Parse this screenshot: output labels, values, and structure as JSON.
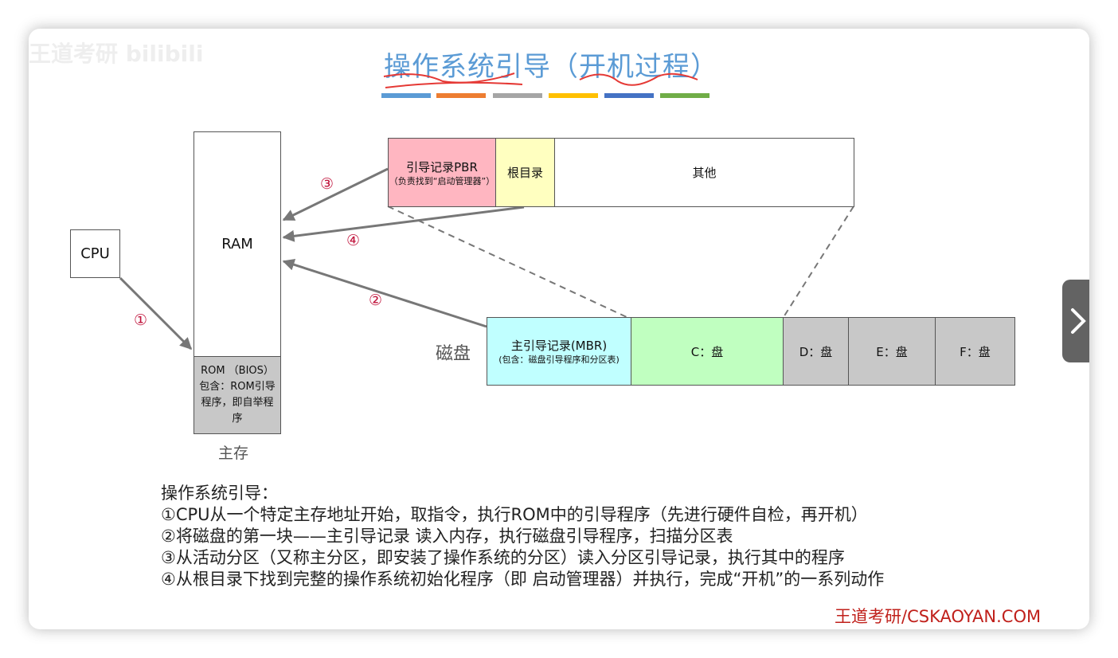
{
  "watermark": "王道考研 bilibili",
  "title": "操作系统引导（开机过程）",
  "title_bar_colors": [
    "#5b9bd5",
    "#ed7d31",
    "#a5a5a5",
    "#ffc000",
    "#4472c4",
    "#70ad47"
  ],
  "memory": {
    "ram_label": "RAM",
    "rom_label": "ROM （BIOS）包含：ROM引导程序，即自举程序",
    "caption": "主存"
  },
  "cpu_label": "CPU",
  "partition_row": {
    "pbr_label": "引导记录PBR",
    "pbr_note": "（负责找到“启动管理器”）",
    "root_label": "根目录",
    "other_label": "其他"
  },
  "disk": {
    "caption": "磁盘",
    "mbr_label": "主引导记录(MBR)",
    "mbr_note": "(包含：磁盘引导程序和分区表)",
    "c_label": "C：盘",
    "d_label": "D：盘",
    "e_label": "E：盘",
    "f_label": "F：盘"
  },
  "steps": {
    "s1": "①",
    "s2": "②",
    "s3": "③",
    "s4": "④"
  },
  "colors": {
    "pbr": "#ffb6c1",
    "root": "#ffffc0",
    "mbr": "#c0ffff",
    "c_drive": "#c0ffc0",
    "other_drives": "#c8c8c8",
    "rom": "#c8c8c8",
    "step_number": "#c0143c"
  },
  "notes": {
    "heading": "操作系统引导：",
    "line1": "①CPU从一个特定主存地址开始，取指令，执行ROM中的引导程序（先进行硬件自检，再开机）",
    "line2": "②将磁盘的第一块——主引导记录 读入内存，执行磁盘引导程序，扫描分区表",
    "line3": "③从活动分区（又称主分区，即安装了操作系统的分区）读入分区引导记录，执行其中的程序",
    "line4": "④从根目录下找到完整的操作系统初始化程序（即 启动管理器）并执行，完成“开机”的一系列动作"
  },
  "footer": "王道考研/CSKAOYAN.COM",
  "next_icon": "chevron-right-icon"
}
